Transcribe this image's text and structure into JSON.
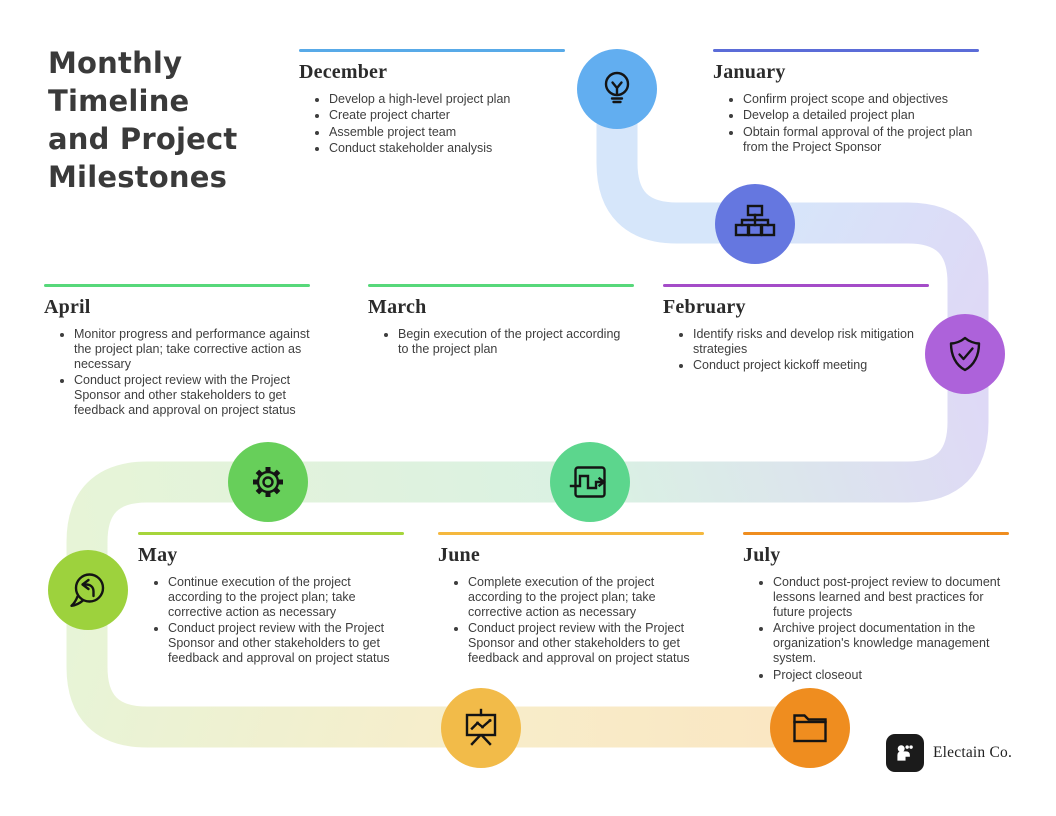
{
  "title": {
    "text": "Monthly Timeline and Project Milestones",
    "lines": [
      "Monthly",
      "Timeline",
      "and Project",
      "Milestones"
    ]
  },
  "months": [
    {
      "id": "december",
      "name": "December",
      "accent": "#58aae8",
      "items": [
        "Develop a high-level project plan",
        "Create project charter",
        "Assemble project team",
        "Conduct stakeholder analysis"
      ]
    },
    {
      "id": "january",
      "name": "January",
      "accent": "#5b6cd8",
      "items": [
        "Confirm project scope and objectives",
        "Develop a detailed project plan",
        "Obtain formal approval of the project plan from the Project Sponsor"
      ]
    },
    {
      "id": "february",
      "name": "February",
      "accent": "#a44cc8",
      "items": [
        "Identify risks and develop risk mitigation strategies",
        "Conduct project kickoff meeting"
      ]
    },
    {
      "id": "march",
      "name": "March",
      "accent": "#57d87a",
      "items": [
        "Begin execution of the project according to the project plan"
      ]
    },
    {
      "id": "april",
      "name": "April",
      "accent": "#57d87a",
      "items": [
        "Monitor progress and performance against the project plan; take corrective action as necessary",
        "Conduct project review with the Project Sponsor and other stakeholders to get feedback and approval on project status"
      ]
    },
    {
      "id": "may",
      "name": "May",
      "accent": "#a6d53b",
      "items": [
        "Continue execution of the project according to the project plan; take corrective action as necessary",
        "Conduct project review with the Project Sponsor and other stakeholders to get feedback and approval on project status"
      ]
    },
    {
      "id": "june",
      "name": "June",
      "accent": "#f5b83e",
      "items": [
        "Complete execution of the project according to the project plan; take corrective action as necessary",
        "Conduct project review with the Project Sponsor and other stakeholders to get feedback and approval on project status"
      ]
    },
    {
      "id": "july",
      "name": "July",
      "accent": "#ef8d1f",
      "items": [
        "Conduct post-project review to document lessons learned and best practices for future projects",
        "Archive project documentation in the organization's knowledge management system.",
        "Project closeout"
      ]
    }
  ],
  "icons": [
    {
      "name": "lightbulb-icon",
      "color": "#62aef0"
    },
    {
      "name": "sitemap-icon",
      "color": "#6577e0"
    },
    {
      "name": "shield-check-icon",
      "color": "#ad62da"
    },
    {
      "name": "gear-icon",
      "color": "#67cf5a"
    },
    {
      "name": "workflow-icon",
      "color": "#5cd68d"
    },
    {
      "name": "chat-reply-icon",
      "color": "#9dd23d"
    },
    {
      "name": "presentation-chart-icon",
      "color": "#f2bb49"
    },
    {
      "name": "folder-icon",
      "color": "#ef8d1f"
    }
  ],
  "timeline_path_colors": {
    "blue": "#d6e6fa",
    "lavender": "#ded9f6",
    "mint": "#daf1e3",
    "lime": "#e7f4d7",
    "yellow": "#f8edca",
    "peach": "#fae6c2"
  },
  "brand": {
    "name": "Electain Co."
  }
}
